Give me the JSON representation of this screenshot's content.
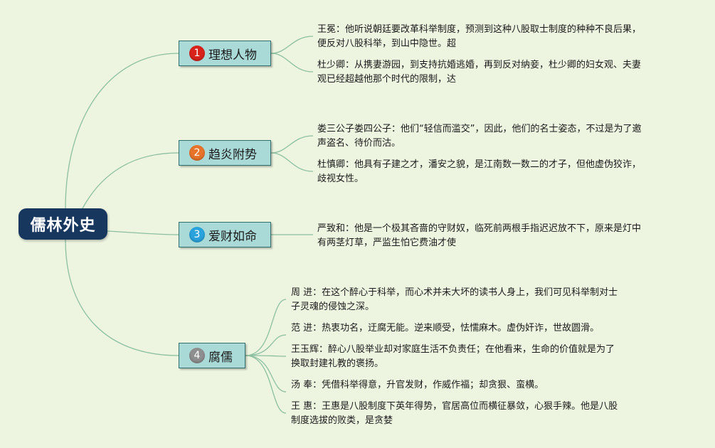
{
  "root": {
    "label": "儒林外史"
  },
  "branches": [
    {
      "number": "1",
      "label": "理想人物",
      "color": "#d8231b",
      "leaves": [
        [
          "王冕：他听说朝廷要改革科举制度，预测到这种八股取士制度的种种不良后果，",
          "便反对八股科举，到山中隐世。超"
        ],
        [
          "杜少卿：从携妻游园，到支持抗婚逃婚，再到反对纳妾，杜少卿的妇女观、夫妻",
          "观已经超越他那个时代的限制，达"
        ]
      ]
    },
    {
      "number": "2",
      "label": "趋炎附势",
      "color": "#e8742a",
      "leaves": [
        [
          "娄三公子娄四公子：他们“轻信而滥交”，因此，他们的名士姿态，不过是为了邀",
          "声盗名、待价而沽。"
        ],
        [
          "杜慎卿：他具有子建之才，潘安之貌，是江南数一数二的才子，但他虚伪狡诈，",
          "歧视女性。"
        ]
      ]
    },
    {
      "number": "3",
      "label": "爱财如命",
      "color": "#2aa3dc",
      "leaves": [
        [
          "严致和：他是一个极其吝啬的守财奴，临死前两根手指迟迟放不下，原来是灯中",
          "有两茎灯草，严监生怕它费油才使"
        ]
      ]
    },
    {
      "number": "4",
      "label": "腐儒",
      "color": "#8f8f8f",
      "leaves": [
        [
          "周 进：在这个醉心于科举，而心术并未大坏的读书人身上，我们可见科举制对士",
          "子灵魂的侵蚀之深。"
        ],
        [
          "范 进：热衷功名，迂腐无能。逆来顺受，怯懦麻木。虚伪奸诈，世故圆滑。"
        ],
        [
          "王玉辉：醉心八股举业却对家庭生活不负责任；在他看来，生命的价值就是为了",
          "换取封建礼教的褒扬。"
        ],
        [
          "汤 奉：凭借科举得意，升官发财，作威作福；却贪狠、蛮横。"
        ],
        [
          "王 惠：王惠是八股制度下英年得势，官居高位而横征暴敛，心狠手辣。他是八股",
          "制度选拔的败类，是贪婪"
        ]
      ]
    }
  ],
  "colors": {
    "background": "#edf5e1",
    "root_fill": "#17375e",
    "branch_fill": "#a9dad8",
    "line": "#8cbfa0"
  }
}
